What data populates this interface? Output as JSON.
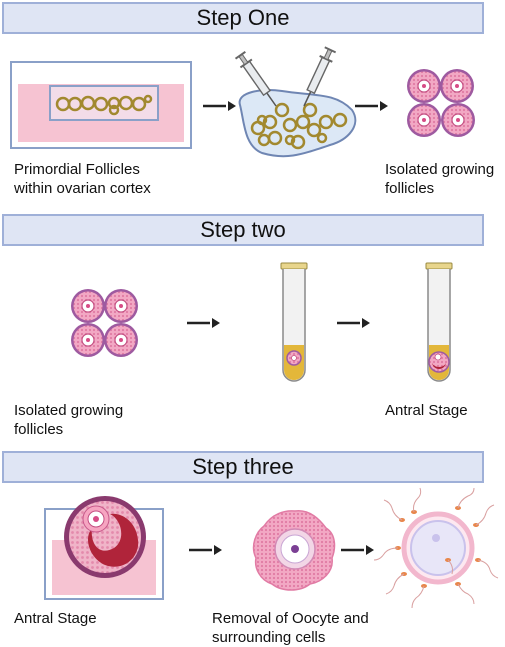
{
  "steps": [
    {
      "title": "Step One",
      "labels": [
        "Primordial Follicles\nwithin ovarian cortex",
        "Isolated growing\nfollicles"
      ]
    },
    {
      "title": "Step two",
      "labels": [
        "Isolated growing\nfollicles",
        "Antral Stage"
      ]
    },
    {
      "title": "Step three",
      "labels": [
        "Antral Stage",
        "Removal of Oocyte and\nsurrounding cells"
      ]
    }
  ],
  "colors": {
    "banner_fill": "#dfe5f4",
    "banner_border": "#9fb0d8",
    "medium_pink": "#f4c6d3",
    "follicle_gold": "#a2892f",
    "follicle_pink": "#ea82a8",
    "granulosa_purple": "#8a4a8f",
    "tissue_blue": "#dce8f6",
    "yellow_medium": "#e3b73a",
    "sperm_orange": "#e8864a"
  }
}
